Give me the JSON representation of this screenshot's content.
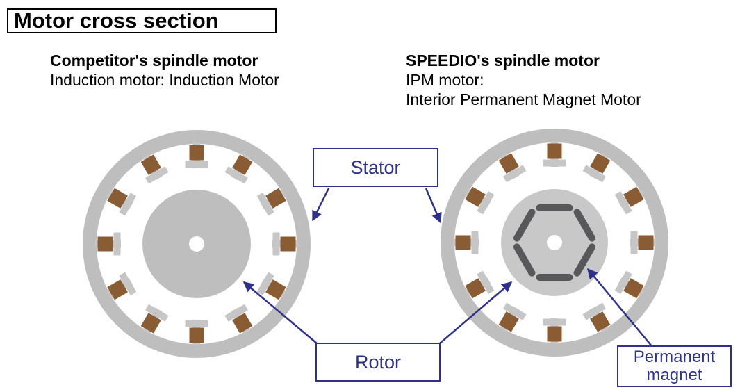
{
  "title": "Motor cross section",
  "left_motor": {
    "heading": "Competitor's spindle motor",
    "subheading": "Induction motor: Induction Motor"
  },
  "right_motor": {
    "heading": "SPEEDIO's spindle motor",
    "subheading_line1": "IPM motor:",
    "subheading_line2": "Interior Permanent Magnet Motor"
  },
  "labels": {
    "stator": "Stator",
    "rotor": "Rotor",
    "magnet_line1": "Permanent",
    "magnet_line2": "magnet"
  },
  "colors": {
    "title_black": "#000000",
    "label_blue": "#2d3189",
    "stator_gray": "#bebebe",
    "tooth_gray": "#c6c6c6",
    "coil_brown": "#8a5c33",
    "rotor_gray_left": "#bebebe",
    "rotor_gray_right": "#c8c8c8",
    "magnet_dark": "#58585a"
  }
}
